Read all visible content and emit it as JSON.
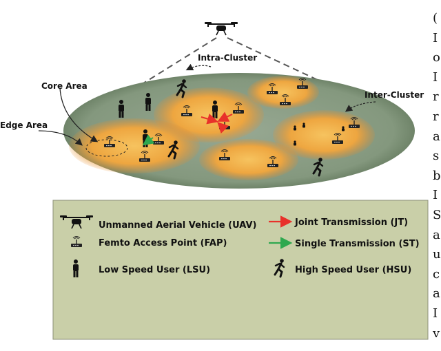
{
  "diagram": {
    "labels": {
      "intra_cluster": "Intra-Cluster",
      "inter_cluster": "Inter-Cluster",
      "core_area": "Core Area",
      "edge_area": "Edge Area"
    },
    "legend": {
      "uav": "Unmanned Aerial Vehicle (UAV)",
      "fap": "Femto Access Point (FAP)",
      "lsu": "Low Speed User (LSU)",
      "jt": "Joint Transmission (JT)",
      "st": "Single Transmission (ST)",
      "hsu": "High Speed User (HSU)"
    },
    "colors": {
      "ground": "#8a9d84",
      "cell": "#f0b24a",
      "legend_bg": "#c9cfa8",
      "jt_arrow": "#e8312a",
      "st_arrow": "#2fa84f"
    }
  },
  "side_text": [
    "(",
    "I",
    "o",
    "I",
    "r",
    "r",
    "a",
    "s",
    "b",
    "I",
    "S",
    "a",
    "u",
    "c",
    "a",
    "I",
    "v"
  ]
}
